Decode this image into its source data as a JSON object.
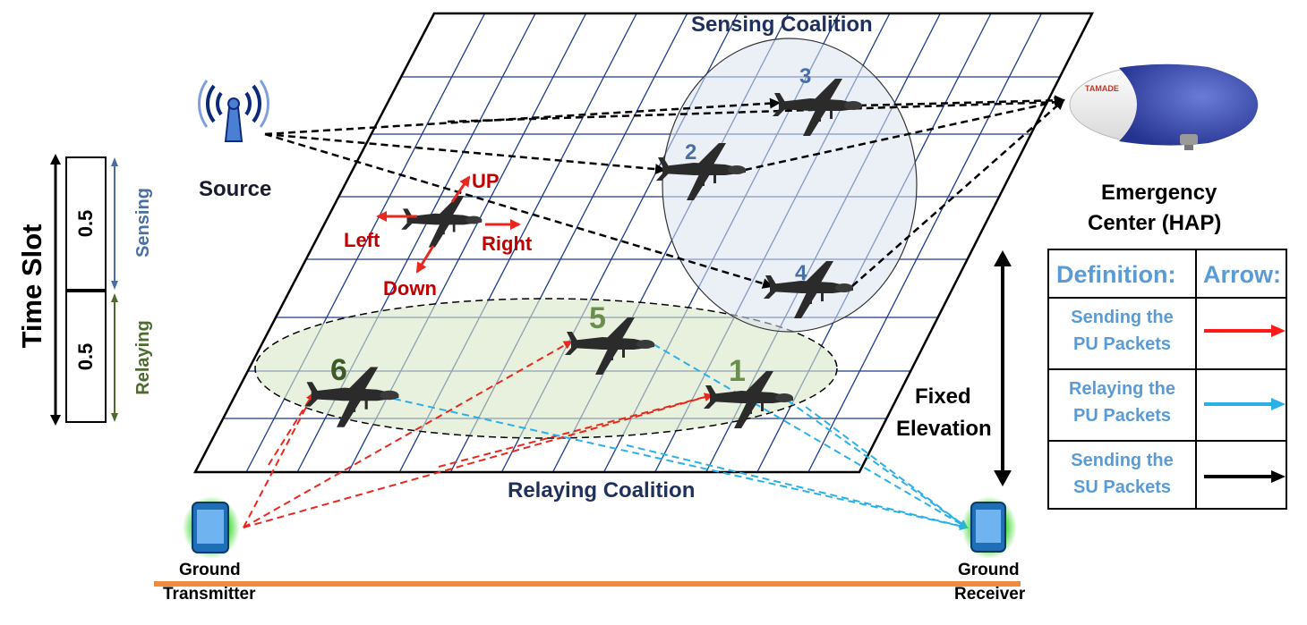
{
  "labels": {
    "sensing_coalition": "Sensing Coalition",
    "relaying_coalition": "Relaying Coalition",
    "source": "Source",
    "emergency_center_line1": "Emergency",
    "emergency_center_line2": "Center (HAP)",
    "fixed_elevation_line1": "Fixed",
    "fixed_elevation_line2": "Elevation",
    "ground_transmitter_line1": "Ground",
    "ground_transmitter_line2": "Transmitter",
    "ground_receiver_line1": "Ground",
    "ground_receiver_line2": "Receiver",
    "hap_brand": "TAMADE"
  },
  "time_slot": {
    "title": "Time Slot",
    "sensing_value": "0.5",
    "relaying_value": "0.5",
    "sensing_label": "Sensing",
    "relaying_label": "Relaying"
  },
  "movement": {
    "up": "UP",
    "down": "Down",
    "left": "Left",
    "right": "Right"
  },
  "uavs": {
    "uav1": "1",
    "uav2": "2",
    "uav3": "3",
    "uav4": "4",
    "uav5": "5",
    "uav6": "6"
  },
  "legend": {
    "header_definition": "Definition:",
    "header_arrow": "Arrow:",
    "rows": [
      {
        "line1": "Sending the",
        "line2": "PU Packets",
        "arrow_color": "#ff1a1a"
      },
      {
        "line1": "Relaying the",
        "line2": "PU Packets",
        "arrow_color": "#2ab0e8"
      },
      {
        "line1": "Sending the",
        "line2": "SU Packets",
        "arrow_color": "#000000"
      }
    ]
  },
  "colors": {
    "grid_line": "#1f3b8c",
    "sensing_text": "#1f2f5e",
    "relay_text": "#1f2f5e",
    "movement_red": "#c00000",
    "sensing_label": "#4a6fa5",
    "relaying_label": "#4e6b2e",
    "pu_send": "#e8281e",
    "pu_relay": "#2ab0e8",
    "su_send": "#000000",
    "ground_line": "#f08a3c",
    "legend_text": "#5b9bd5"
  }
}
